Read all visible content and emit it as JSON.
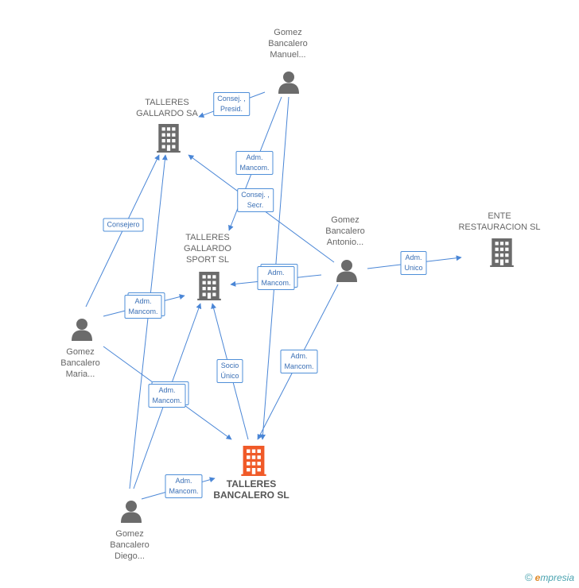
{
  "nodes": [
    {
      "id": "gomez_manuel",
      "kind": "person",
      "lines": [
        "Gomez",
        "Bancalero",
        "Manuel..."
      ]
    },
    {
      "id": "talleres_gallardo_sa",
      "kind": "company",
      "lines": [
        "TALLERES",
        "GALLARDO SA"
      ]
    },
    {
      "id": "talleres_gallardo_sport",
      "kind": "company",
      "lines": [
        "TALLERES",
        "GALLARDO",
        "SPORT SL"
      ]
    },
    {
      "id": "gomez_antonio",
      "kind": "person",
      "lines": [
        "Gomez",
        "Bancalero",
        "Antonio..."
      ]
    },
    {
      "id": "ente_restauracion",
      "kind": "company",
      "lines": [
        "ENTE",
        "RESTAURACION SL"
      ]
    },
    {
      "id": "gomez_maria",
      "kind": "person",
      "lines": [
        "Gomez",
        "Bancalero",
        "Maria..."
      ]
    },
    {
      "id": "talleres_bancalero",
      "kind": "company",
      "main": true,
      "lines": [
        "TALLERES",
        "BANCALERO SL"
      ]
    },
    {
      "id": "gomez_diego",
      "kind": "person",
      "lines": [
        "Gomez",
        "Bancalero",
        "Diego..."
      ]
    }
  ],
  "edges": [
    {
      "id": "e1",
      "lines": [
        "Consej. ,",
        "Presid."
      ]
    },
    {
      "id": "e2",
      "lines": [
        "Adm.",
        "Mancom."
      ]
    },
    {
      "id": "e3",
      "lines": [
        "Consej. ,",
        "Secr."
      ]
    },
    {
      "id": "e4",
      "lines": [
        "Adm.",
        "Mancom."
      ],
      "stacked": true
    },
    {
      "id": "e5",
      "lines": [
        "Adm.",
        "Unico"
      ]
    },
    {
      "id": "e6",
      "lines": [
        "Consejero"
      ]
    },
    {
      "id": "e7",
      "lines": [
        "Adm.",
        "Mancom."
      ],
      "stacked": true
    },
    {
      "id": "e8",
      "lines": [
        "Socio",
        "Único"
      ]
    },
    {
      "id": "e9",
      "lines": [
        "Adm.",
        "Mancom."
      ]
    },
    {
      "id": "e10",
      "lines": [
        "Adm.",
        "Mancom."
      ],
      "stacked": true
    },
    {
      "id": "e11",
      "lines": [
        "Adm.",
        "Mancom."
      ]
    }
  ],
  "colors": {
    "edge": "#4a86d6",
    "company": "#6b6b6b",
    "main_company": "#f05a28",
    "person": "#6b6b6b"
  },
  "footer": {
    "copyright": "©",
    "brand_initial": "e",
    "brand_rest": "mpresia"
  }
}
